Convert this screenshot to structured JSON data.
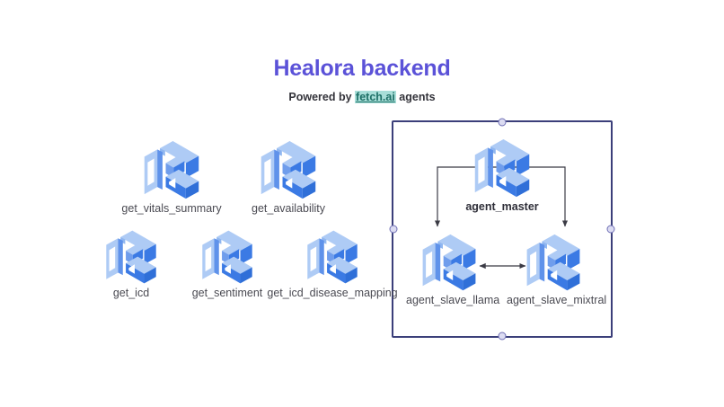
{
  "header": {
    "title": "Healora backend",
    "subtitle_prefix": "Powered by ",
    "subtitle_brand": "fetch.ai",
    "subtitle_suffix": " agents",
    "title_color": "#5b52d8",
    "brand_highlight_color": "#a8ded8",
    "brand_text_color": "#1d6f66"
  },
  "palette": {
    "logo_light": "#aecbf5",
    "logo_mid": "#7ba4ee",
    "logo_dark": "#3b7ae4",
    "logo_darkest": "#2f6fd8",
    "group_border": "#3b3f7a",
    "handle_fill": "#dcdcf2",
    "handle_border": "#6f6fb5",
    "connector": "#3b3b45",
    "label_color": "#4a4a52"
  },
  "tools": [
    {
      "id": "get_vitals_summary",
      "label": "get_vitals_summary"
    },
    {
      "id": "get_availability",
      "label": "get_availability"
    },
    {
      "id": "get_icd",
      "label": "get_icd"
    },
    {
      "id": "get_sentiment",
      "label": "get_sentiment"
    },
    {
      "id": "get_icd_disease_mapping",
      "label": "get_icd_disease_mapping"
    }
  ],
  "group": {
    "name": "agent-group",
    "selected": true,
    "handles": [
      "top",
      "right",
      "bottom",
      "left"
    ],
    "agents": [
      {
        "id": "agent_master",
        "label": "agent_master",
        "bold": true
      },
      {
        "id": "agent_slave_llama",
        "label": "agent_slave_llama",
        "bold": false
      },
      {
        "id": "agent_slave_mixtral",
        "label": "agent_slave_mixtral",
        "bold": false
      }
    ],
    "connections": [
      {
        "from": "agent_master",
        "to": "agent_slave_llama",
        "type": "elbow-arrow",
        "direction": "one-way"
      },
      {
        "from": "agent_master",
        "to": "agent_slave_mixtral",
        "type": "elbow-arrow",
        "direction": "one-way"
      },
      {
        "from": "agent_slave_llama",
        "to": "agent_slave_mixtral",
        "type": "straight-arrow",
        "direction": "two-way"
      }
    ]
  }
}
